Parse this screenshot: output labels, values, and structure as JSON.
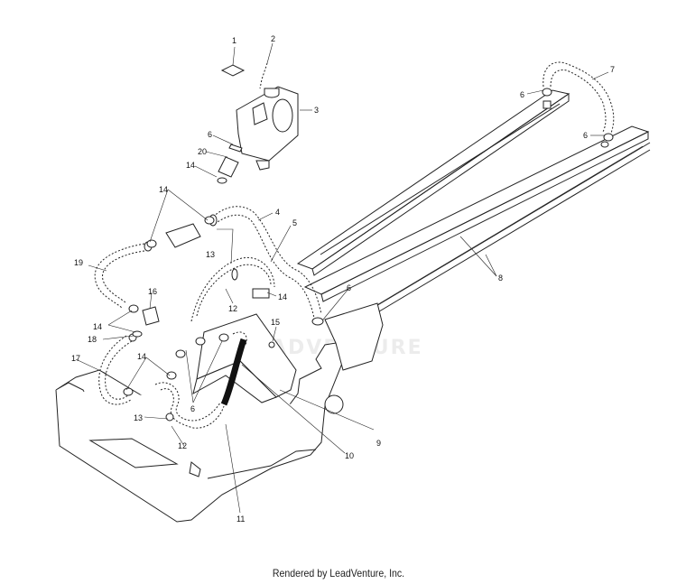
{
  "footer": {
    "text": "Rendered by LeadVenture, Inc."
  },
  "watermark": {
    "text": "ADVENTURE"
  },
  "callouts": [
    {
      "id": "c1",
      "label": "1"
    },
    {
      "id": "c2",
      "label": "2"
    },
    {
      "id": "c3",
      "label": "3"
    },
    {
      "id": "c4",
      "label": "4"
    },
    {
      "id": "c5",
      "label": "5"
    },
    {
      "id": "c6a",
      "label": "6"
    },
    {
      "id": "c6b",
      "label": "6"
    },
    {
      "id": "c6c",
      "label": "6"
    },
    {
      "id": "c6d",
      "label": "6"
    },
    {
      "id": "c6e",
      "label": "6"
    },
    {
      "id": "c7",
      "label": "7"
    },
    {
      "id": "c8",
      "label": "8"
    },
    {
      "id": "c9",
      "label": "9"
    },
    {
      "id": "c10",
      "label": "10"
    },
    {
      "id": "c11",
      "label": "11"
    },
    {
      "id": "c12a",
      "label": "12"
    },
    {
      "id": "c12b",
      "label": "12"
    },
    {
      "id": "c13a",
      "label": "13"
    },
    {
      "id": "c13b",
      "label": "13"
    },
    {
      "id": "c14a",
      "label": "14"
    },
    {
      "id": "c14b",
      "label": "14"
    },
    {
      "id": "c14c",
      "label": "14"
    },
    {
      "id": "c14d",
      "label": "14"
    },
    {
      "id": "c14e",
      "label": "14"
    },
    {
      "id": "c15",
      "label": "15"
    },
    {
      "id": "c16",
      "label": "16"
    },
    {
      "id": "c17",
      "label": "17"
    },
    {
      "id": "c18",
      "label": "18"
    },
    {
      "id": "c19",
      "label": "19"
    },
    {
      "id": "c20",
      "label": "20"
    }
  ]
}
